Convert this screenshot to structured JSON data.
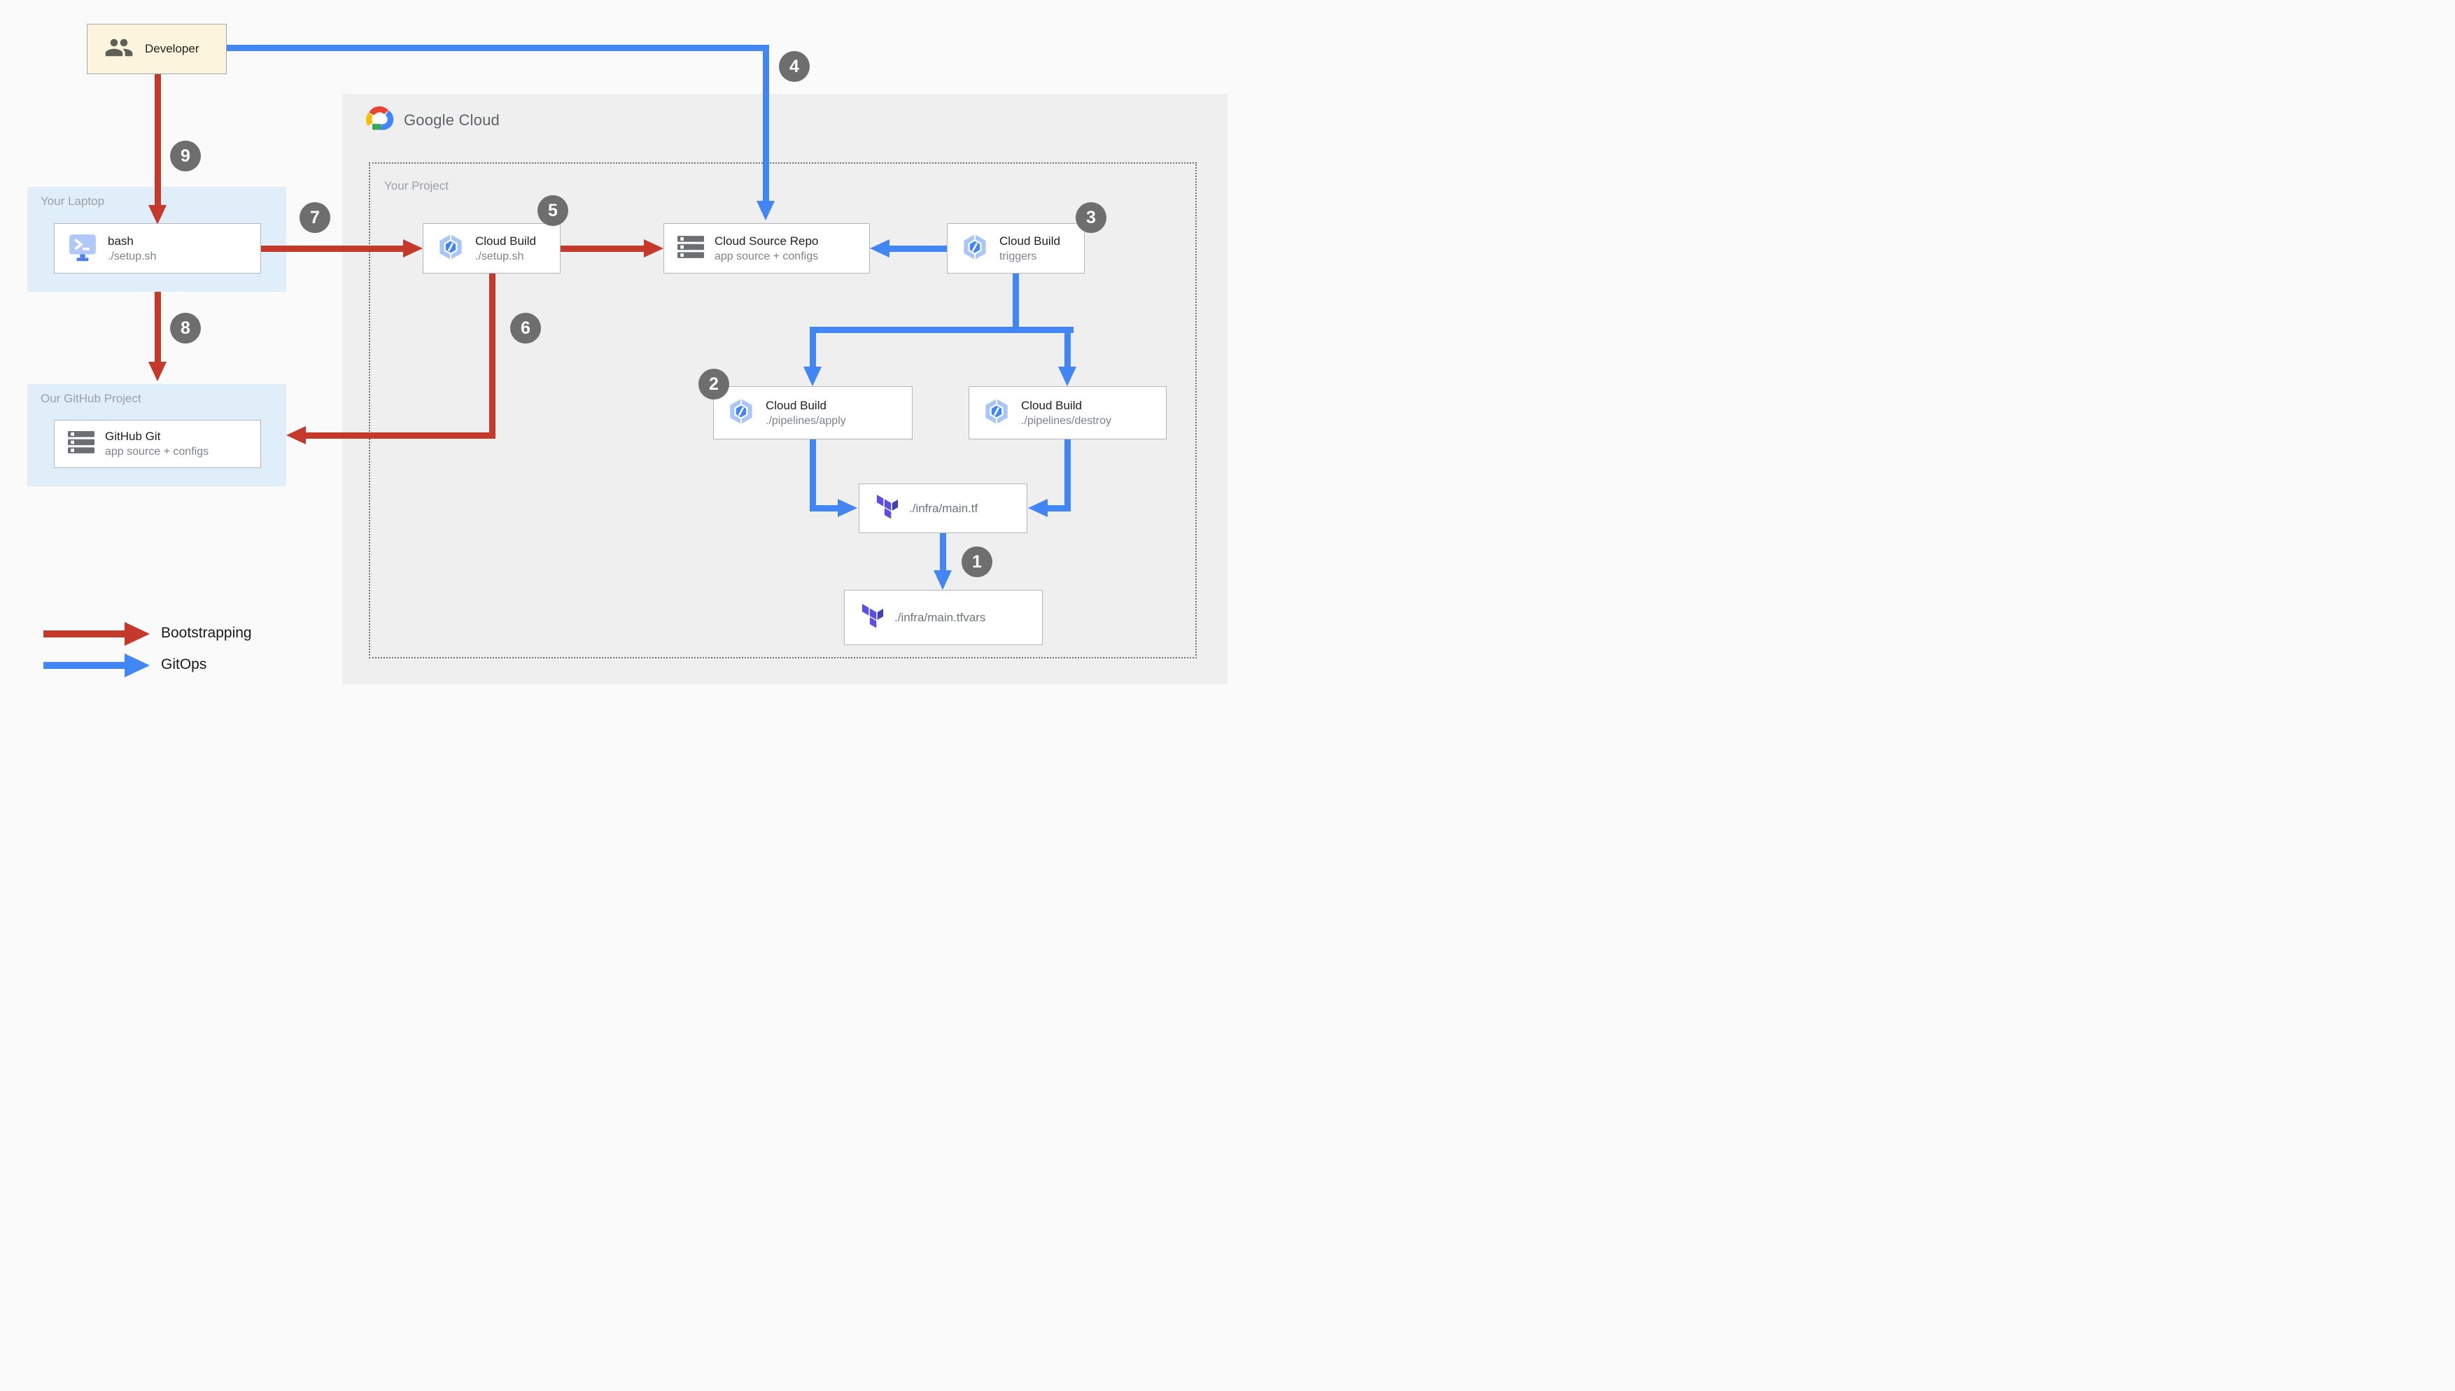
{
  "colors": {
    "red": "#C5392B",
    "blue": "#4285F4",
    "badge_gray": "#6E6E6E",
    "gcp_panel": "#EFEFEF",
    "blue_panel": "#E0EEF9",
    "dev_box": "#FCF4DC"
  },
  "panels": {
    "google_cloud": {
      "logo_text": "Google Cloud"
    },
    "your_project": {
      "label": "Your Project"
    },
    "your_laptop": {
      "label": "Your Laptop"
    },
    "our_github": {
      "label": "Our GitHub Project"
    }
  },
  "nodes": {
    "developer": {
      "title": "Developer"
    },
    "bash": {
      "title": "bash",
      "subtitle": "./setup.sh"
    },
    "github_git": {
      "title": "GitHub Git",
      "subtitle": "app source + configs"
    },
    "cloud_build_setup": {
      "title": "Cloud Build",
      "subtitle": "./setup.sh"
    },
    "cloud_source_repo": {
      "title": "Cloud Source Repo",
      "subtitle": "app source + configs"
    },
    "cloud_build_triggers": {
      "title": "Cloud Build",
      "subtitle": "triggers"
    },
    "cloud_build_apply": {
      "title": "Cloud Build",
      "subtitle": "./pipelines/apply"
    },
    "cloud_build_destroy": {
      "title": "Cloud Build",
      "subtitle": "./pipelines/destroy"
    },
    "infra_main_tf": {
      "title": "./infra/main.tf"
    },
    "infra_main_tfvars": {
      "title": "./infra/main.tfvars"
    }
  },
  "badges": {
    "b1": "1",
    "b2": "2",
    "b3": "3",
    "b4": "4",
    "b5": "5",
    "b6": "6",
    "b7": "7",
    "b8": "8",
    "b9": "9"
  },
  "legend": {
    "bootstrapping": "Bootstrapping",
    "gitops": "GitOps"
  }
}
